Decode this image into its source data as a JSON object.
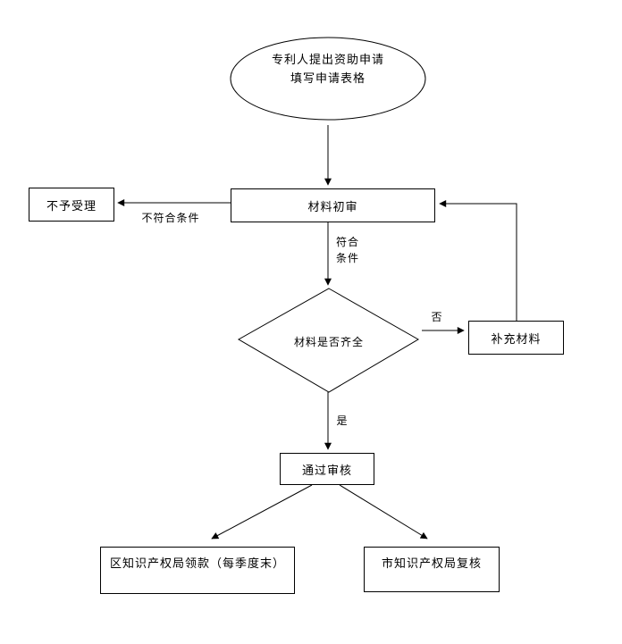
{
  "nodes": {
    "start_line1": "专利人提出资助申请",
    "start_line2": "填写申请表格",
    "reject": "不予受理",
    "initial_review": "材料初审",
    "decision": "材料是否齐全",
    "supplement": "补充材料",
    "approved": "通过审核",
    "district_payment": "区知识产权局领款（每季度末）",
    "city_recheck": "市知识产权局复核"
  },
  "edge_labels": {
    "not_meet": "不符合条件",
    "meet_line1": "符合",
    "meet_line2": "条件",
    "no": "否",
    "yes": "是"
  },
  "colors": {
    "stroke": "#000000",
    "node_fill": "#ffffff",
    "text": "#000000",
    "background": "#ffffff"
  }
}
